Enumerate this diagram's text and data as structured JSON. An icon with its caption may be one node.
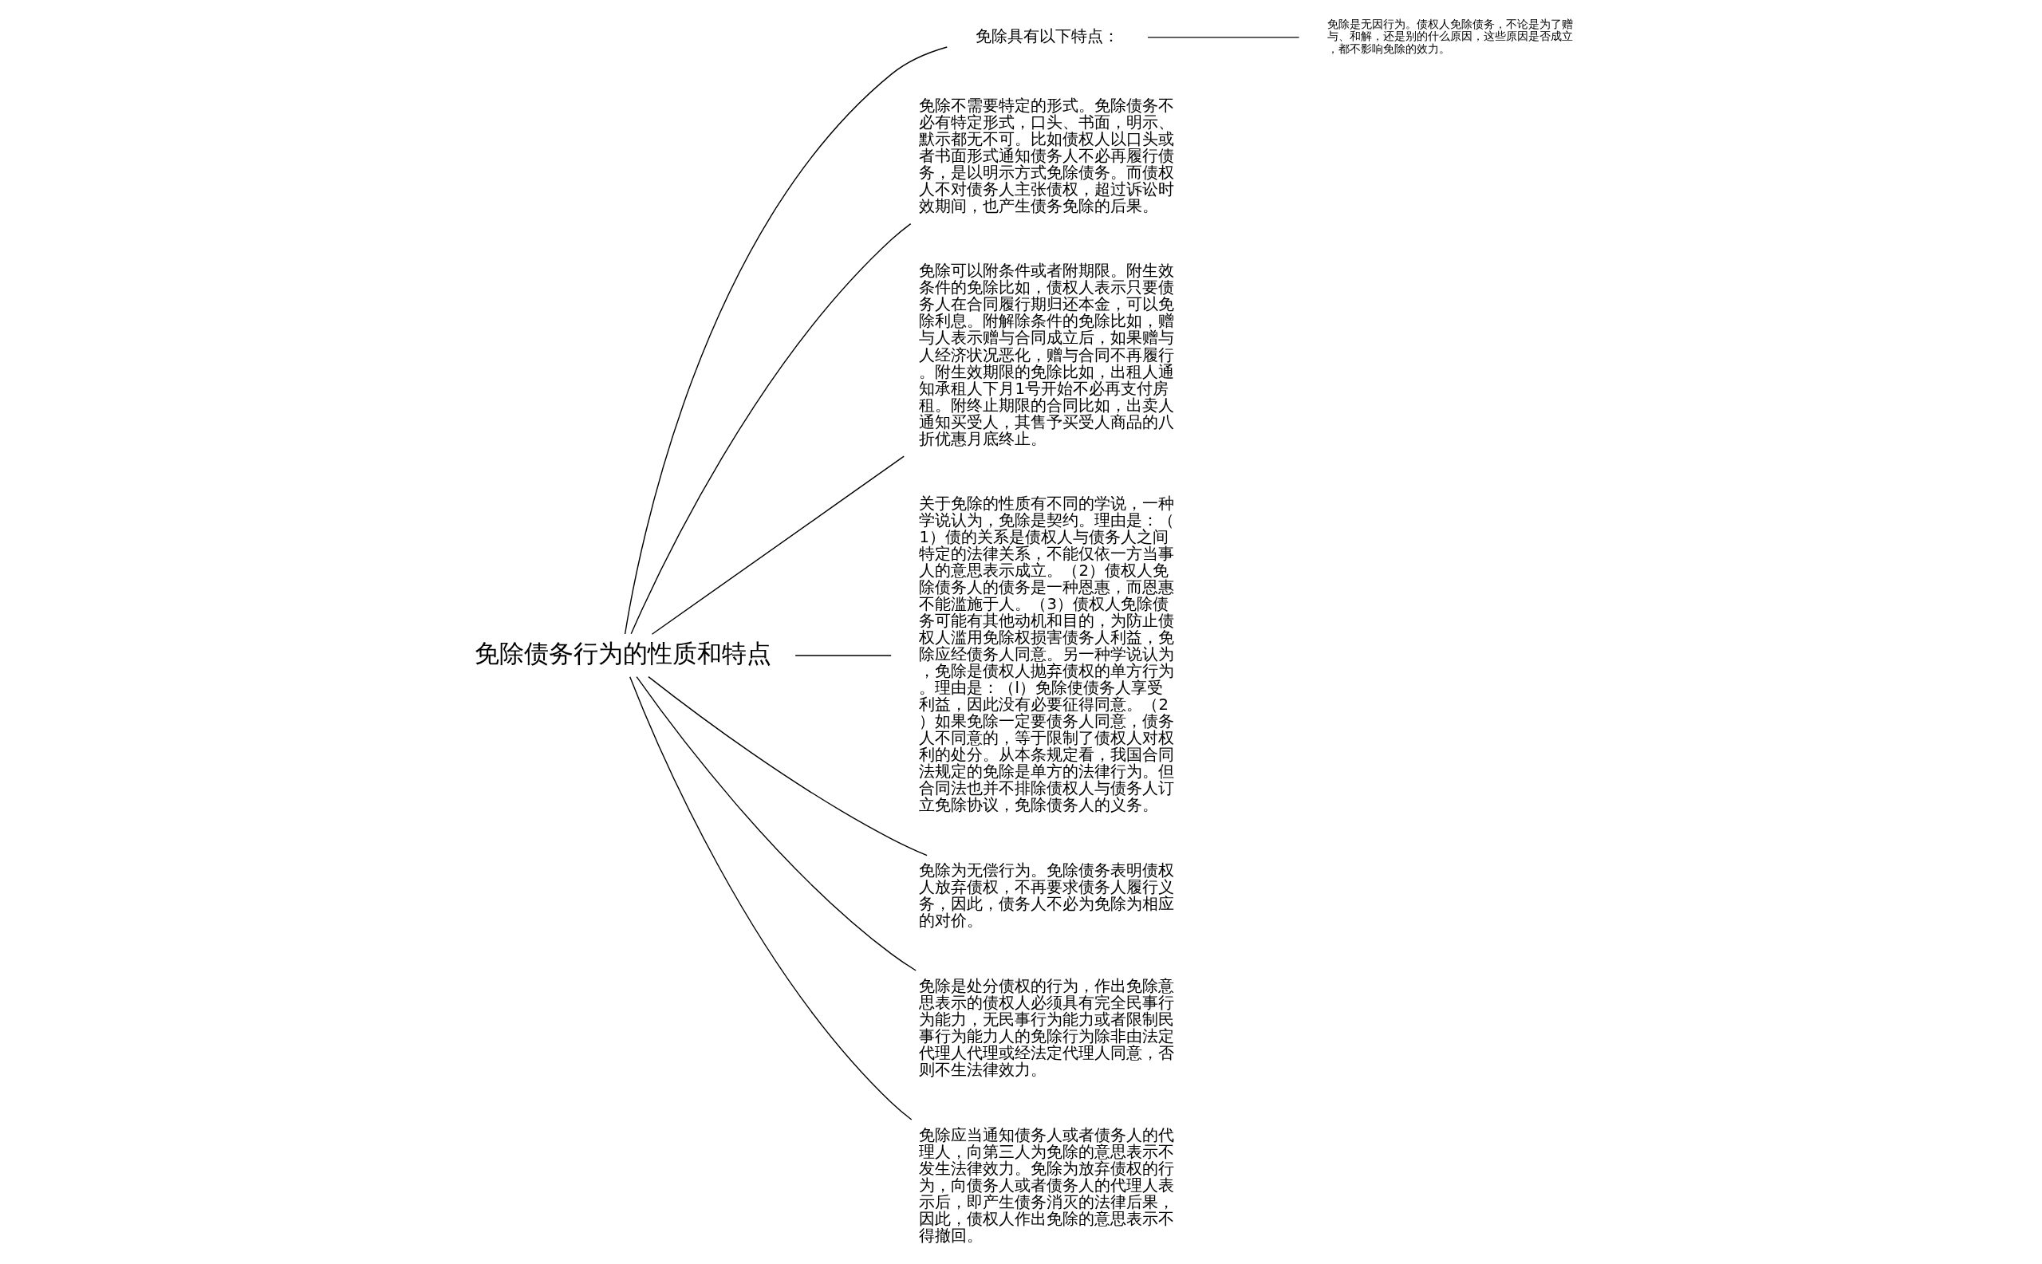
{
  "diagram": {
    "nodes": [
      {
        "text": [
          "免除债务行为的性质和特点"
        ]
      },
      {
        "text": [
          "免除具有以下特点："
        ]
      },
      {
        "text": [
          "免除是无因行为。债权人免除债务，不论是为了赠与、和解，还是别的什么原因，这些原因是否成立，都不影响免除的效力。"
        ]
      },
      {
        "text": [
          "免除不需要特定的形式。免除债务不必有特定形式，口头、书面，明示、默示都无不可。比如债权人以口头或者书面形式通知债务人不必再履行债务，是以明示方式免除债务。而债权人不对债务人主张债权，超过诉讼时效期间，也产生债务免除的后果。"
        ]
      },
      {
        "text": [
          "免除可以附条件或者附期限。附生效条件的免除比如，债权人表示只要债务人在合同履行期归还本金，可以免除利息。附解除条件的免除比如，赠与人表示赠与合同成立后，如果赠与人经济状况恶化，赠与合同不再履行。附生效期限的免除比如，出租人通知承租人下月1号开始不必再支付房租。附终止期限的合同比如，出卖人通知买受人，其售予买受人商品的八折优惠月底终止。"
        ]
      },
      {
        "text": [
          "关于免除的性质有不同的学说，一种学说认为，免除是契约。理由是：（1）债的关系是债权人与债务人之间特定的法律关系，不能仅依一方当事人的意思表示成立。（2）债权人免除债务人的债务是一种恩惠，而恩惠不能滥施于人。（3）债权人免除债务可能有其他动机和目的，为防止债权人滥用免除权损害债务人利益，免除应经债务人同意。另一种学说认为，免除是债权人抛弃债权的单方行为。理由是：（l）免除使债务人享受利益，因此没有必要征得同意。（2）如果免除一定要债务人同意，债务人不同意的，等于限制了债权人对权利的处分。从本条规定看，我国合同法规定的免除是单方的法律行为。但合同法也并不排除债权人与债务人订立免除协议，免除债务人的义务。"
        ]
      },
      {
        "text": [
          "免除为无偿行为。免除债务表明债权人放弃债权，不再要求债务人履行义务，因此，债务人不必为免除为相应的对价。"
        ]
      },
      {
        "text": [
          "免除是处分债权的行为，作出免除意思表示的债权人必须具有完全民事行为能力，无民事行为能力或者限制民事行为能力人的免除行为除非由法定代理人代理或经法定代理人同意，否则不生法律效力。"
        ]
      },
      {
        "text": [
          "免除应当通知债务人或者债务人的代理人，向第三人为免除的意思表示不发生法律效力。免除为放弃债权的行为，向债务人或者债务人的代理人表示后，即产生债务消灭的法律后果，因此，债权人作出免除的意思表示不得撤回。"
        ]
      }
    ],
    "edges": [
      {
        "from": 0,
        "to": 1,
        "arrow": "none"
      },
      {
        "from": 1,
        "to": 2,
        "arrow": "none"
      },
      {
        "from": 0,
        "to": 3,
        "arrow": "none"
      },
      {
        "from": 0,
        "to": 4,
        "arrow": "none"
      },
      {
        "from": 0,
        "to": 5,
        "arrow": "none"
      },
      {
        "from": 0,
        "to": 6,
        "arrow": "none"
      },
      {
        "from": 0,
        "to": 7,
        "arrow": "none"
      },
      {
        "from": 0,
        "to": 8,
        "arrow": "none"
      }
    ]
  }
}
